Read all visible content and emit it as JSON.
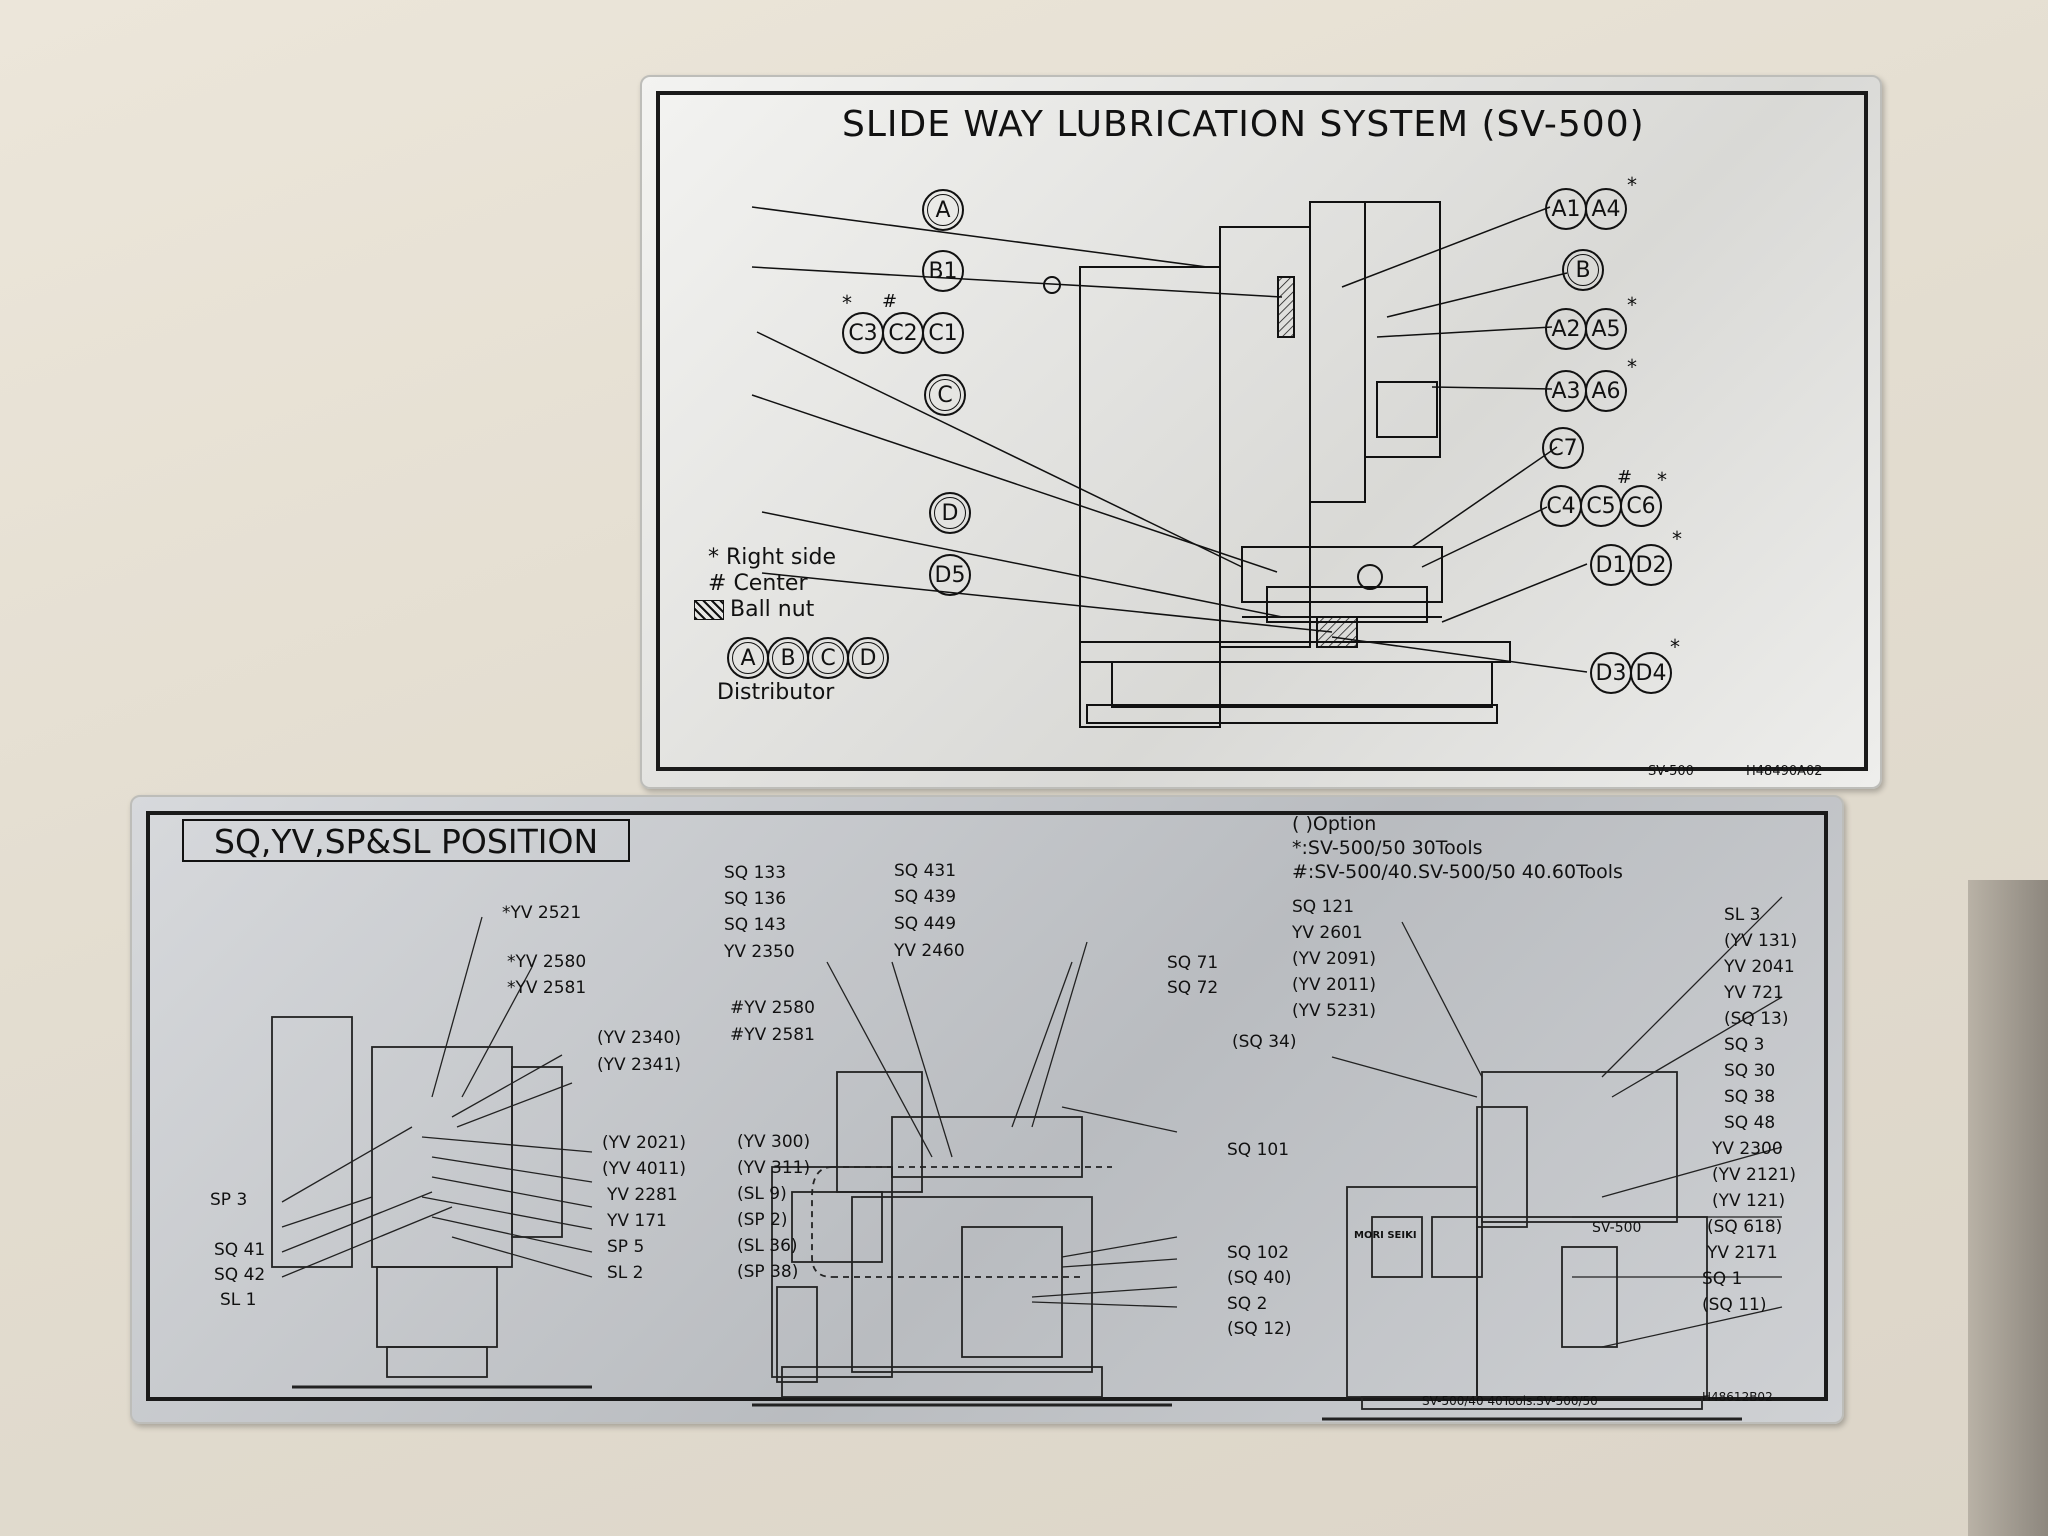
{
  "top_plate": {
    "title": "SLIDE WAY LUBRICATION SYSTEM (SV-500)",
    "legend": {
      "right_side": "Right side",
      "center": "Center",
      "ball_nut": "Ball nut",
      "distributor": "Distributor",
      "star_mark": "*",
      "hash_mark": "#"
    },
    "distributor_circles": [
      "A",
      "B",
      "C",
      "D"
    ],
    "left_callouts": [
      "A",
      "B1",
      "C3",
      "C2",
      "C1",
      "C",
      "D",
      "D5"
    ],
    "right_callouts": [
      "A1",
      "A4",
      "B",
      "A2",
      "A5",
      "A3",
      "A6",
      "C7",
      "C4",
      "C5",
      "C6",
      "D1",
      "D2",
      "D3",
      "D4"
    ],
    "footer_model": "SV-500",
    "footer_code": "H48490A02"
  },
  "bottom_plate": {
    "title": "SQ,YV,SP&SL POSITION",
    "notes": [
      "( )Option",
      "*:SV-500/50 30Tools",
      "#:SV-500/40.SV-500/50 40.60Tools"
    ],
    "left_labels_a": [
      "*YV 2521",
      "*YV 2580",
      "*YV 2581",
      "(YV 2340)",
      "(YV 2341)"
    ],
    "left_labels_b": [
      "(YV 2021)",
      "(YV 4011)",
      "YV 2281",
      "YV 171",
      "SP 5",
      "SL 2"
    ],
    "left_labels_c": [
      "SP 3",
      "SQ 41",
      "SQ 42",
      "SL 1"
    ],
    "mid_labels_top_l": [
      "SQ 133",
      "SQ 136",
      "SQ 143",
      "YV 2350"
    ],
    "mid_labels_top_r": [
      "SQ 431",
      "SQ 439",
      "SQ 449",
      "YV 2460"
    ],
    "mid_labels_sq7": [
      "SQ 71",
      "SQ 72"
    ],
    "mid_labels_hash": [
      "#YV 2580",
      "#YV 2581"
    ],
    "mid_labels_b": [
      "(YV 300)",
      "(YV 311)",
      "(SL 9)",
      "(SP 2)",
      "(SL 36)",
      "(SP 38)"
    ],
    "mid_labels_r": [
      "SQ 101",
      "SQ 102",
      "(SQ 40)",
      "SQ 2",
      "(SQ 12)"
    ],
    "right_labels_l": [
      "SQ 121",
      "YV 2601",
      "(YV 2091)",
      "(YV 2011)",
      "(YV 5231)",
      "(SQ 34)"
    ],
    "right_labels_r": [
      "SL 3",
      "(YV 131)",
      "YV 2041",
      "YV 721",
      "(SQ 13)",
      "SQ 3",
      "SQ 30",
      "SQ 38",
      "SQ 48",
      "YV 2300",
      "(YV 2121)",
      "(YV 121)",
      "(SQ 618)",
      "YV 2171",
      "SQ 1",
      "(SQ 11)"
    ],
    "machine_brand": "MORI SEIKI",
    "machine_model": "SV-500",
    "footer_model": "SV-500/40 40Tools.SV-500/50",
    "footer_code": "H48612B02"
  }
}
